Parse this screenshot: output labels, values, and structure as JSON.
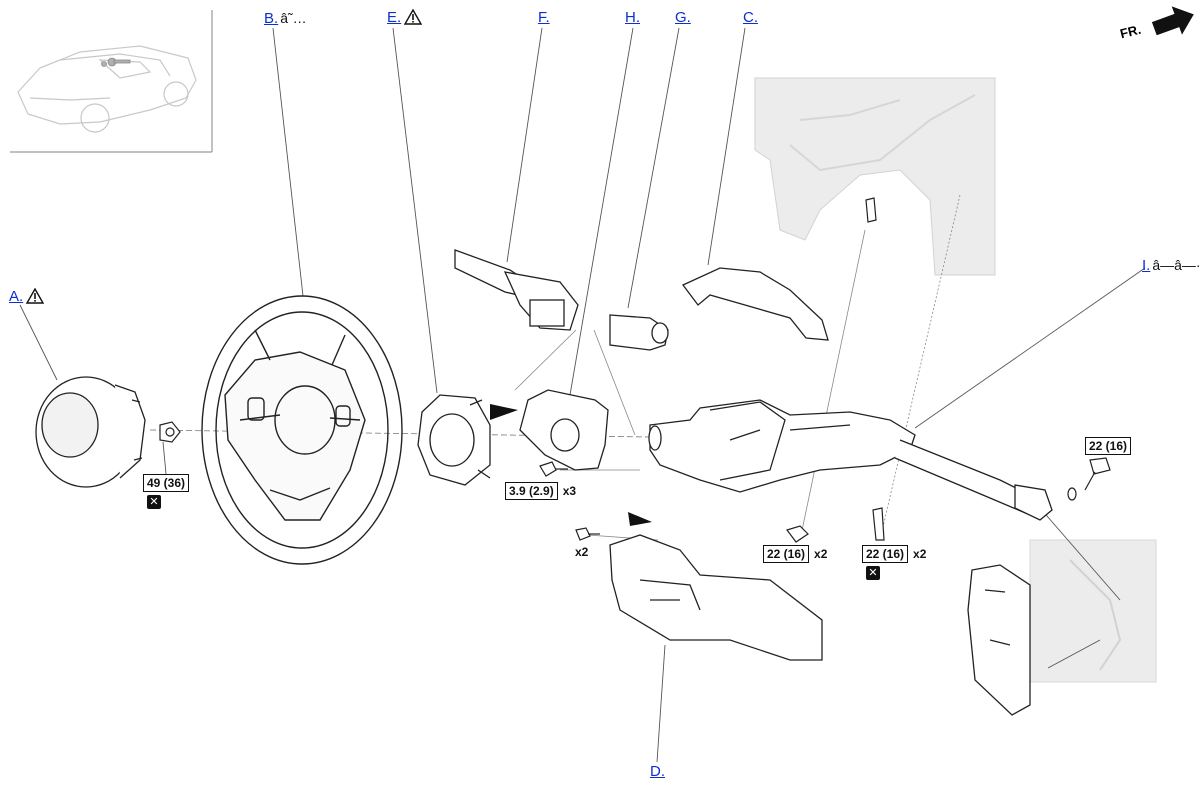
{
  "callouts": [
    {
      "id": "A",
      "label": "A.",
      "suffix": "",
      "warning": true
    },
    {
      "id": "B",
      "label": "B.",
      "suffix": "â˜…",
      "warning": false
    },
    {
      "id": "E",
      "label": "E.",
      "suffix": "",
      "warning": true
    },
    {
      "id": "F",
      "label": "F.",
      "suffix": "",
      "warning": false
    },
    {
      "id": "H",
      "label": "H.",
      "suffix": "",
      "warning": false
    },
    {
      "id": "G",
      "label": "G.",
      "suffix": "",
      "warning": false
    },
    {
      "id": "C",
      "label": "C.",
      "suffix": "",
      "warning": false
    },
    {
      "id": "I",
      "label": "I.",
      "suffix": "â—â—·",
      "warning": false
    },
    {
      "id": "D",
      "label": "D.",
      "suffix": "",
      "warning": false
    }
  ],
  "torques": [
    {
      "id": "t1",
      "value": "49 (36)",
      "qty": ""
    },
    {
      "id": "t2",
      "value": "3.9 (2.9)",
      "qty": "x3"
    },
    {
      "id": "t3",
      "value": "22 (16)",
      "qty": "x2"
    },
    {
      "id": "t4",
      "value": "22 (16)",
      "qty": "x2"
    },
    {
      "id": "t5",
      "value": "22 (16)",
      "qty": ""
    }
  ],
  "free_qty": {
    "d_screw": "x2"
  },
  "fr_label": "FR.",
  "icons": {
    "warning": "warning-triangle-icon",
    "replace": "replace-x-icon",
    "front": "front-arrow-icon"
  }
}
